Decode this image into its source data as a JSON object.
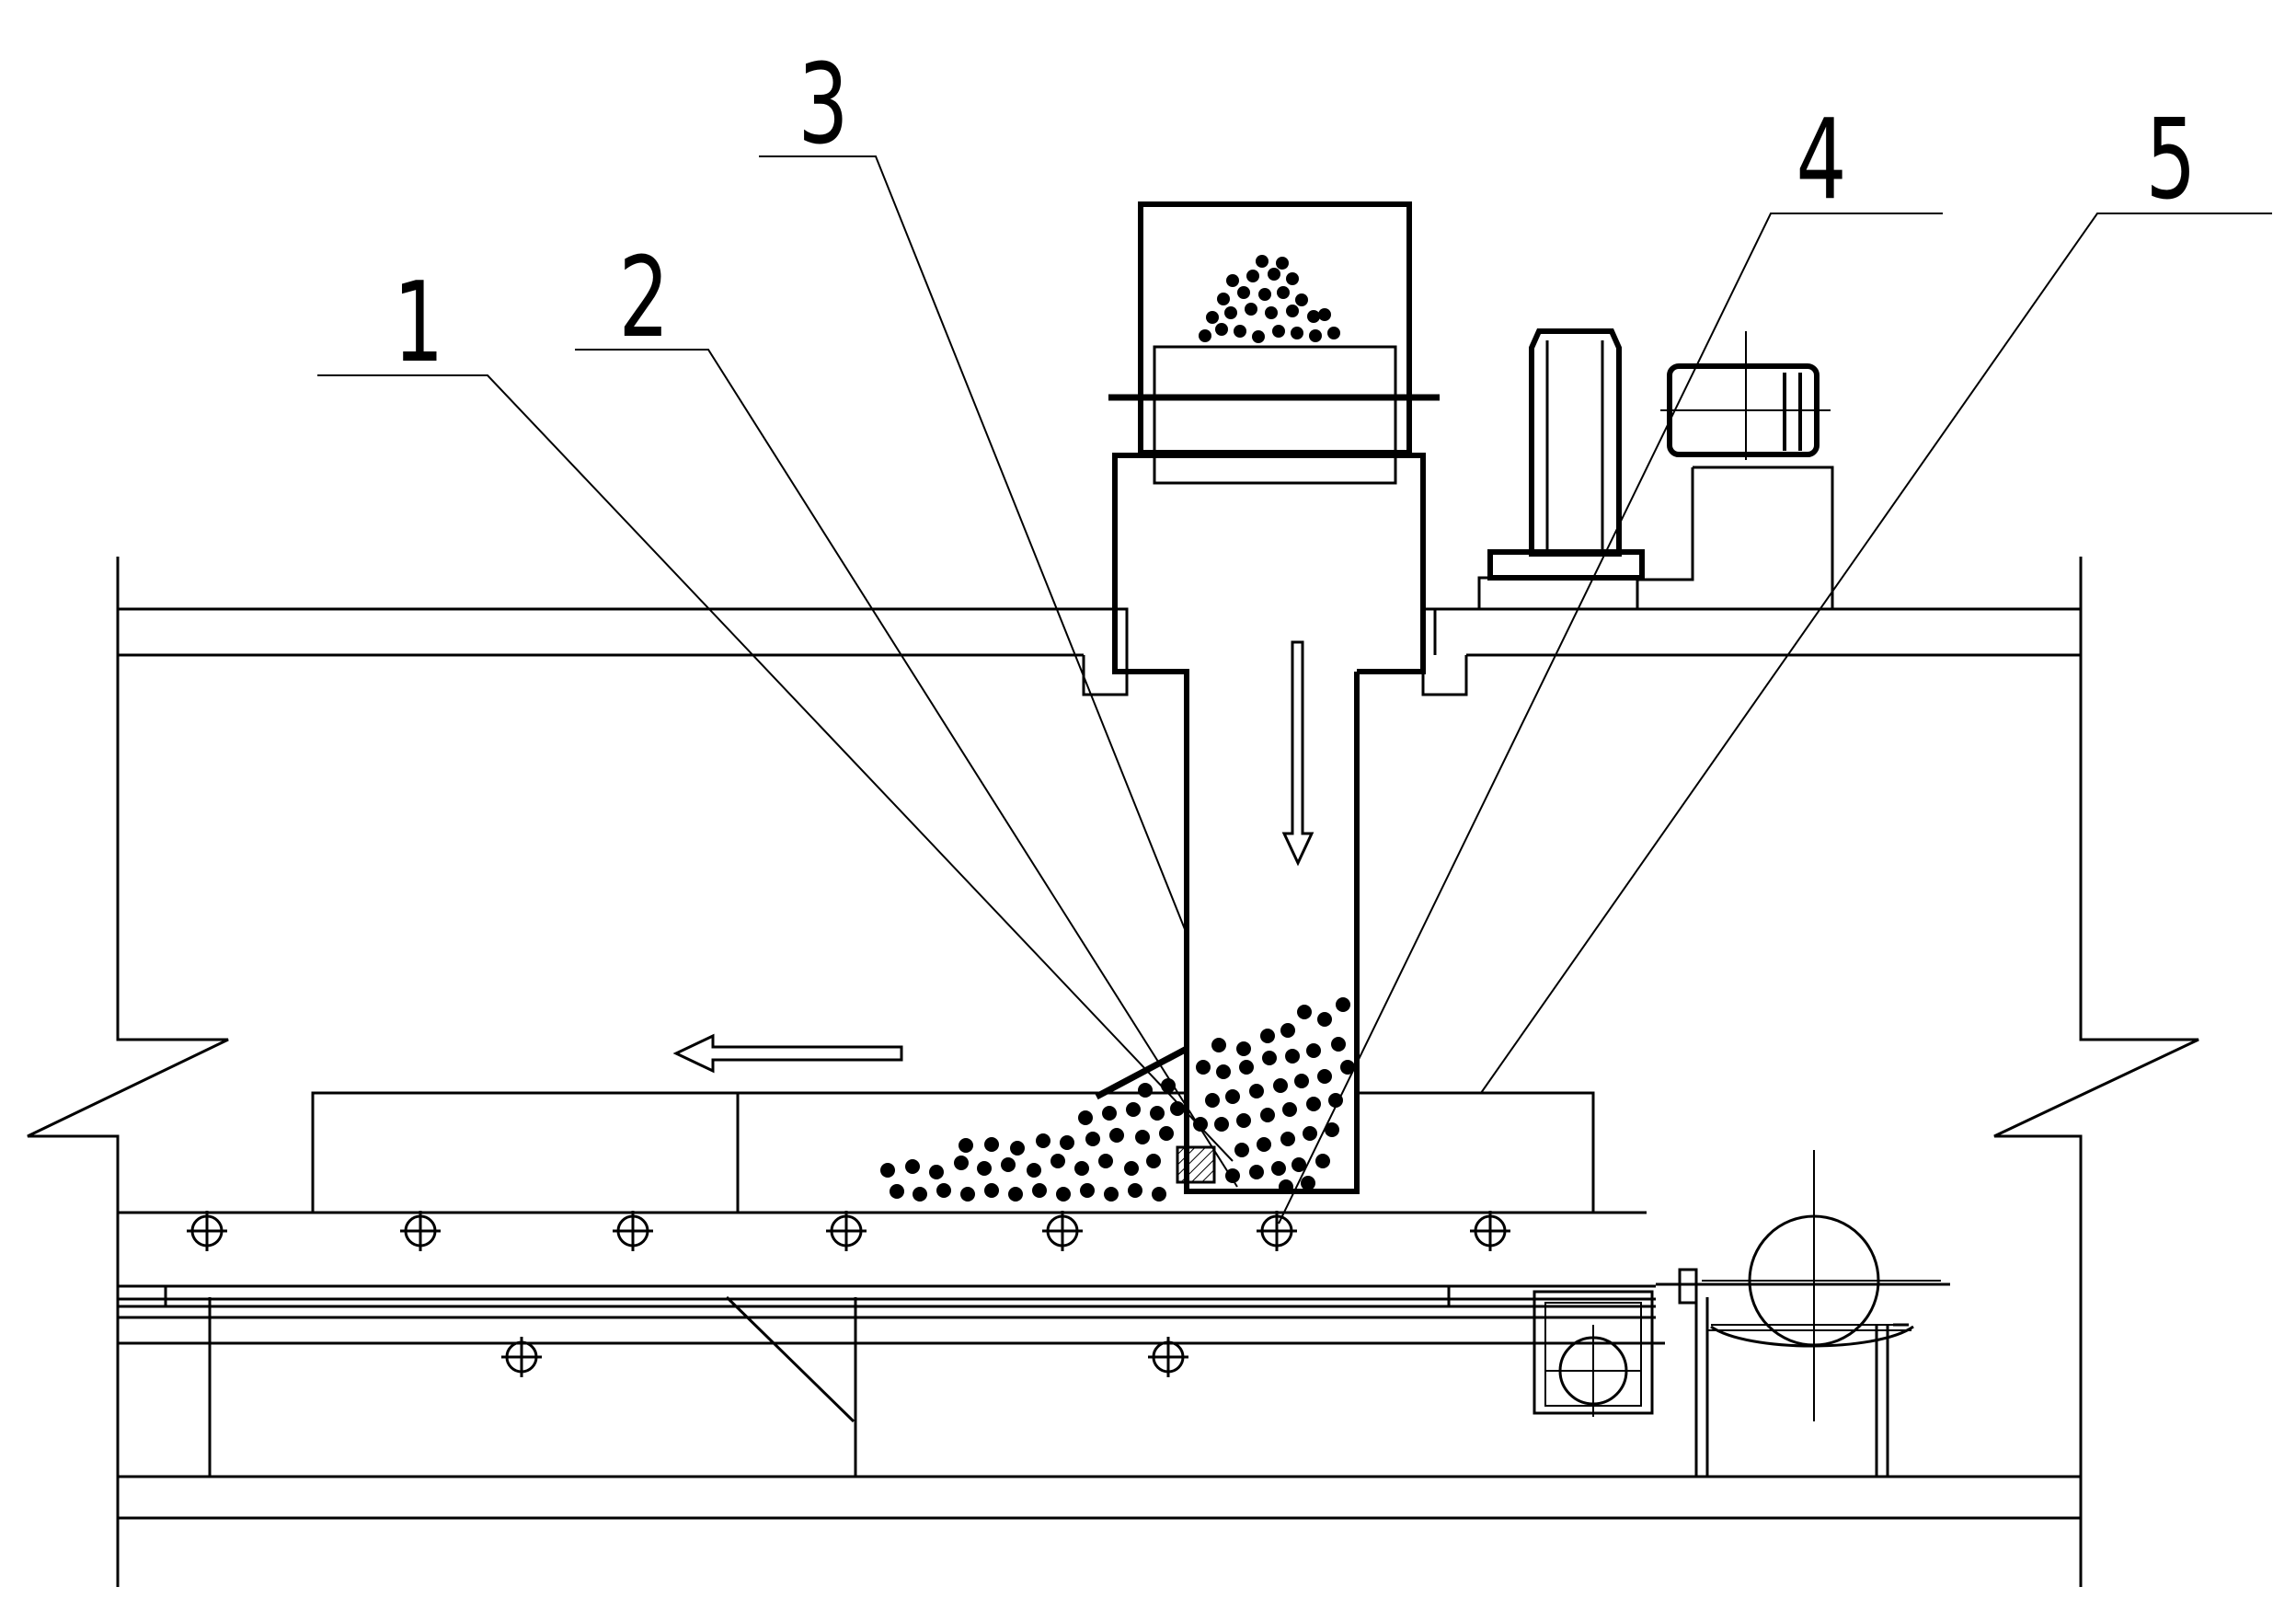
{
  "diagram": {
    "callouts": [
      {
        "label": "1"
      },
      {
        "label": "2"
      },
      {
        "label": "3"
      },
      {
        "label": "4"
      },
      {
        "label": "5"
      }
    ],
    "colors": {
      "line": "#000000",
      "background": "#ffffff"
    }
  }
}
